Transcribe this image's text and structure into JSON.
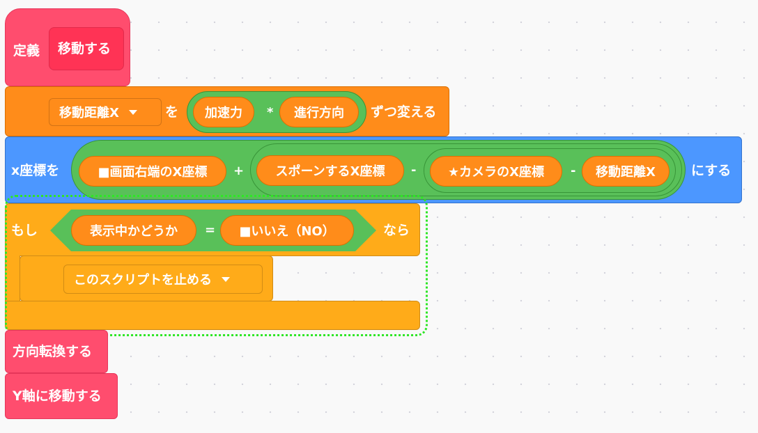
{
  "define": {
    "label": "定義",
    "name": "移動する"
  },
  "change_block": {
    "variable": "移動距離X",
    "word_wo": "を",
    "left": "加速力",
    "op": "*",
    "right": "進行方向",
    "suffix": "ずつ変える"
  },
  "setx_block": {
    "prefix": "x座標を",
    "term1": "■画面右端のX座標",
    "op1": "+",
    "term2": "スポーンするX座標",
    "op2": "-",
    "term3": "★カメラのX座標",
    "op3": "-",
    "term4": "移動距離X",
    "suffix": "にする"
  },
  "if_block": {
    "prefix": "もし",
    "left": "表示中かどうか",
    "op": "=",
    "right": "■いいえ（NO）",
    "suffix": "なら"
  },
  "stop_block": {
    "option": "このスクリプトを止める"
  },
  "call_blocks": [
    "方向転換する",
    "Y軸に移動する"
  ],
  "colors": {
    "custom": "#ff4d6e",
    "variables": "#ff8c1a",
    "motion": "#4c97ff",
    "operators": "#59c059",
    "control": "#ffab19",
    "highlight": "#2ee626"
  }
}
